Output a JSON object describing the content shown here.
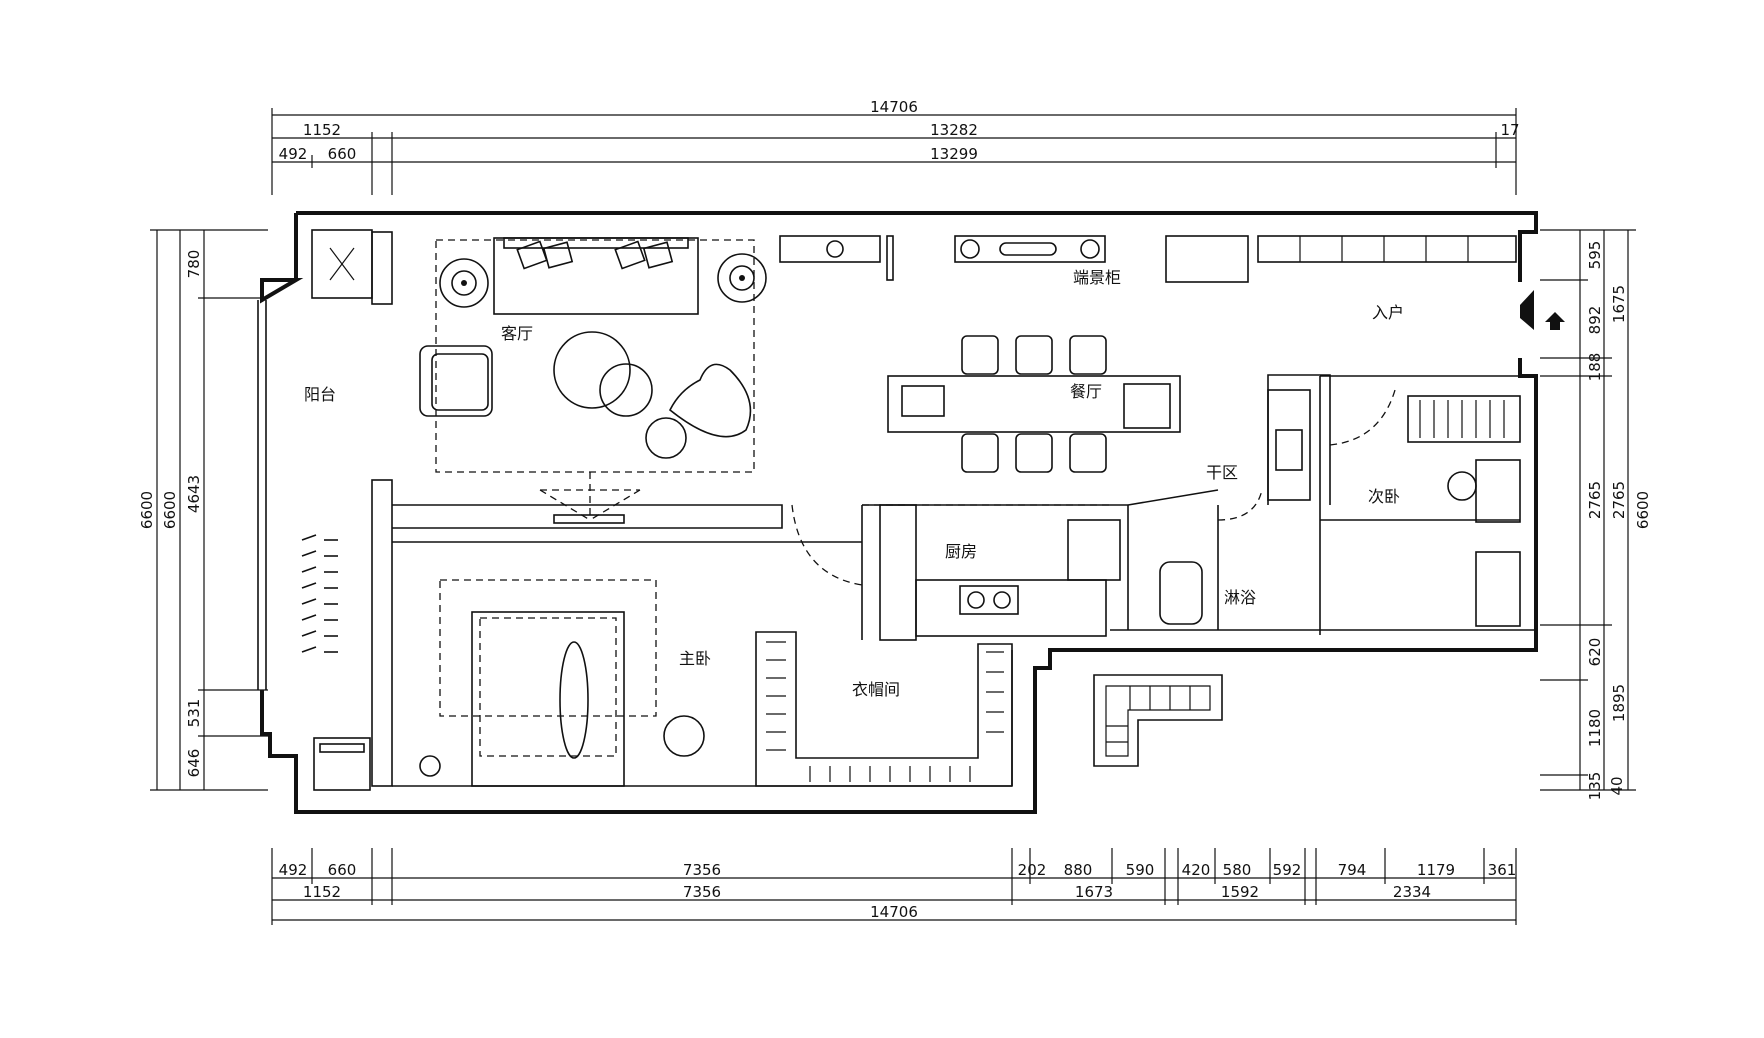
{
  "dimensions": {
    "top": {
      "total": "14706",
      "row2": [
        "1152",
        "13282",
        "17"
      ],
      "row3": [
        "492",
        "660",
        "13299"
      ]
    },
    "bottom": {
      "row1": [
        "492",
        "660",
        "7356",
        "202",
        "880",
        "590",
        "420",
        "580",
        "592",
        "794",
        "1179",
        "361"
      ],
      "row2": [
        "1152",
        "7356",
        "1673",
        "1592",
        "2334"
      ],
      "total": "14706"
    },
    "left": {
      "outer": [
        "6600",
        "6600"
      ],
      "segments": [
        "780",
        "4643",
        "531",
        "646"
      ]
    },
    "right": {
      "segments": [
        "595",
        "892",
        "188",
        "2765",
        "620",
        "1180",
        "135",
        "40"
      ],
      "mid": [
        "1675",
        "2765",
        "1895"
      ],
      "outer": "6600"
    }
  },
  "rooms": {
    "living": "客厅",
    "balcony": "阳台",
    "dining": "餐厅",
    "entry": "入户",
    "display_cabinet": "端景柜",
    "dry_area": "干区",
    "second_bedroom": "次卧",
    "kitchen": "厨房",
    "shower": "淋浴",
    "master_bedroom": "主卧",
    "cloakroom": "衣帽间"
  }
}
